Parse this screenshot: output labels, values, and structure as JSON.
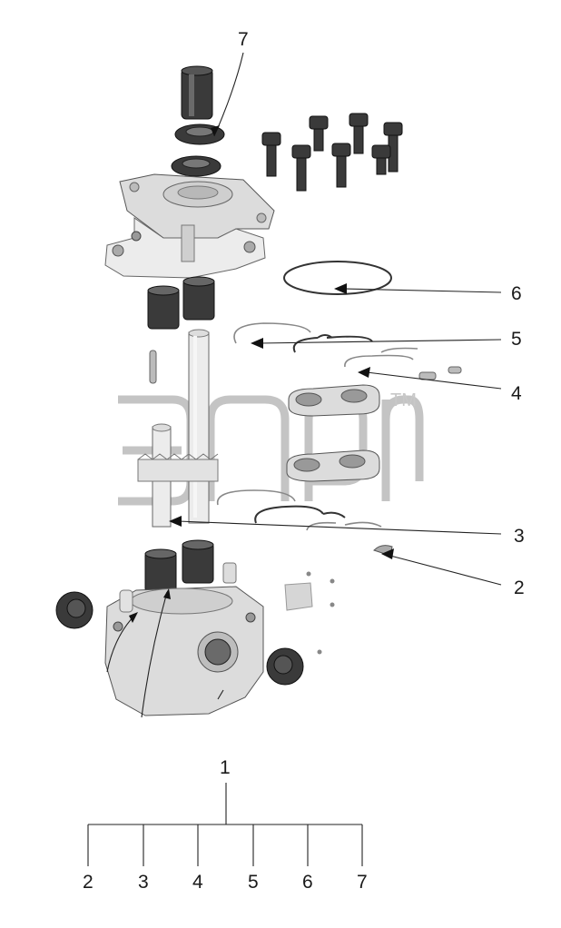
{
  "diagram": {
    "callouts": [
      {
        "id": "c7",
        "text": "7"
      },
      {
        "id": "c6",
        "text": "6"
      },
      {
        "id": "c5",
        "text": "5"
      },
      {
        "id": "c4",
        "text": "4"
      },
      {
        "id": "c3",
        "text": "3"
      },
      {
        "id": "c2",
        "text": "2"
      }
    ],
    "assembly_tree": {
      "root": "1",
      "children": [
        "2",
        "3",
        "4",
        "5",
        "6",
        "7"
      ]
    },
    "watermark": {
      "trademark": "TM"
    },
    "colors": {
      "line": "#222222",
      "dark_part": "#3a3a3a",
      "light_part": "#dcdcdc",
      "watermark": "#c8c8c8"
    }
  }
}
